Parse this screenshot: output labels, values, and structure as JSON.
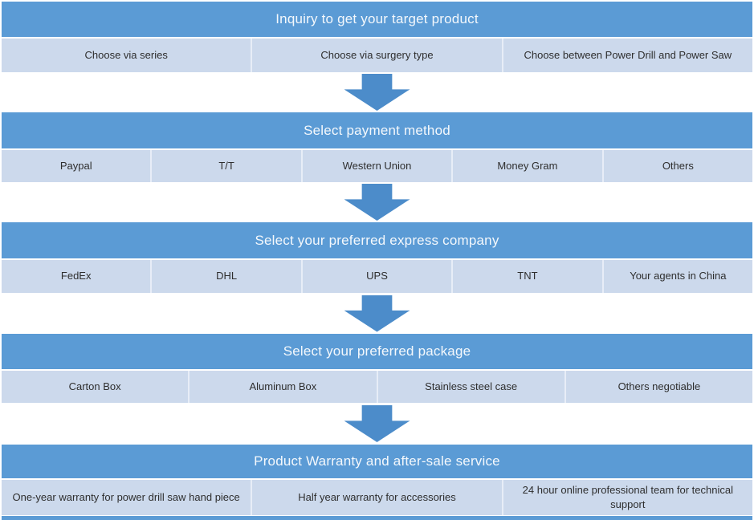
{
  "colors": {
    "header_blue": "#5B9BD5",
    "arrow_blue": "#4C8CCA",
    "cell_blue": "#CCD9EC",
    "divider": "#E7EDF7",
    "header_text": "#F4F8FC",
    "cell_text": "#2E2E2E"
  },
  "icons": {
    "down_arrow": "block-down-arrow"
  },
  "flow": {
    "sections": [
      {
        "title": "Inquiry to get your target product",
        "items": [
          "Choose via series",
          "Choose via surgery type",
          "Choose  between Power Drill and Power Saw"
        ]
      },
      {
        "title": "Select payment method",
        "items": [
          "Paypal",
          "T/T",
          "Western Union",
          "Money Gram",
          "Others"
        ]
      },
      {
        "title": "Select your preferred express company",
        "items": [
          "FedEx",
          "DHL",
          "UPS",
          "TNT",
          "Your agents in China"
        ]
      },
      {
        "title": "Select your preferred package",
        "items": [
          "Carton Box",
          "Aluminum Box",
          "Stainless steel case",
          "Others negotiable"
        ]
      },
      {
        "title": "Product Warranty and after-sale service",
        "items": [
          "One-year warranty for power drill saw hand piece",
          "Half year warranty for accessories",
          "24 hour online professional team for technical support"
        ]
      }
    ]
  }
}
